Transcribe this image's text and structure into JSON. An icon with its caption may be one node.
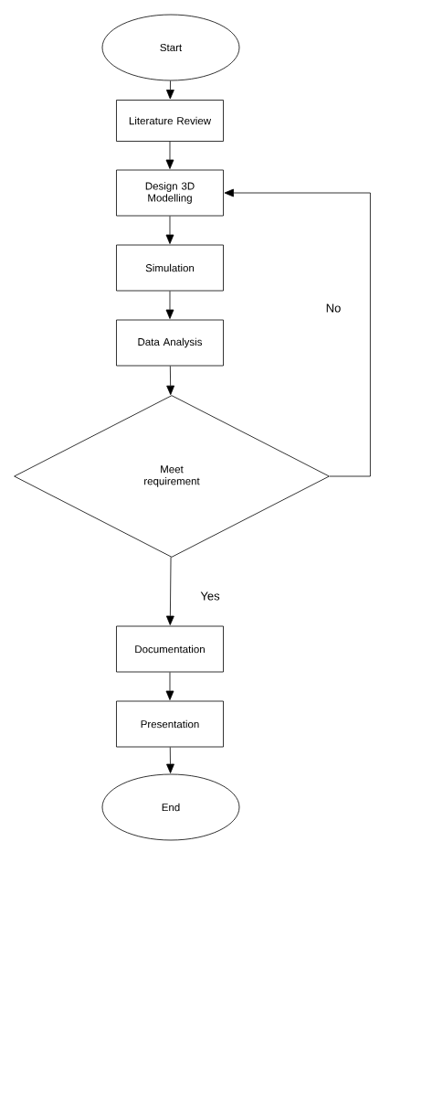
{
  "diagram": {
    "nodes": [
      {
        "text": [
          "Start"
        ]
      },
      {
        "text": [
          "Literature Review"
        ]
      },
      {
        "text": [
          "Design 3D Modelling"
        ]
      },
      {
        "text": [
          "Simulation"
        ]
      },
      {
        "text": [
          "Data Analysis"
        ]
      },
      {
        "text": [
          "Meet requirement"
        ]
      },
      {
        "text": [
          "Documentation"
        ]
      },
      {
        "text": [
          "Presentation"
        ]
      },
      {
        "text": [
          "End"
        ]
      }
    ],
    "edges": [
      {
        "from": 0,
        "to": 1,
        "arrow": "to"
      },
      {
        "from": 1,
        "to": 2,
        "arrow": "to"
      },
      {
        "from": 2,
        "to": 3,
        "arrow": "to"
      },
      {
        "from": 3,
        "to": 4,
        "arrow": "to"
      },
      {
        "from": 4,
        "to": 5,
        "arrow": "to"
      },
      {
        "from": 5,
        "to": 6,
        "arrow": "to",
        "label": "Yes"
      },
      {
        "from": 6,
        "to": 7,
        "arrow": "to"
      },
      {
        "from": 7,
        "to": 8,
        "arrow": "to"
      },
      {
        "from": 5,
        "to": 2,
        "arrow": "to",
        "label": "No"
      }
    ]
  }
}
